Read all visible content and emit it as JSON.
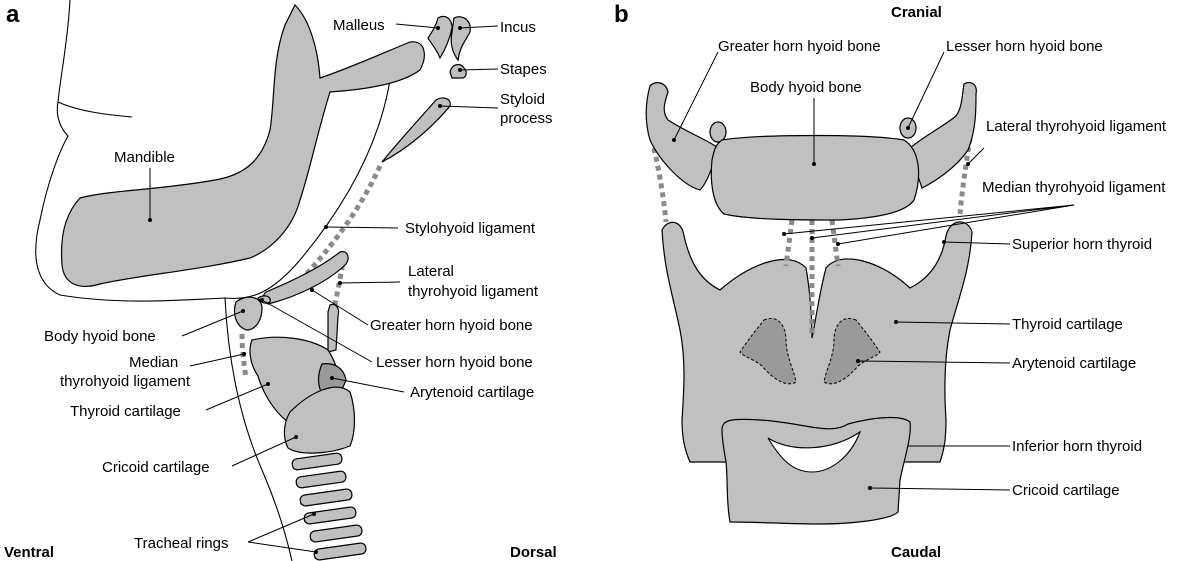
{
  "panels": {
    "a": "a",
    "b": "b"
  },
  "orientation": {
    "ventral": "Ventral",
    "dorsal": "Dorsal",
    "cranial": "Cranial",
    "caudal": "Caudal"
  },
  "panel_a": {
    "malleus": "Malleus",
    "incus": "Incus",
    "stapes": "Stapes",
    "styloid_1": "Styloid",
    "styloid_2": "process",
    "mandible": "Mandible",
    "stylohyoid": "Stylohyoid ligament",
    "lateral_thyrohyoid_1": "Lateral",
    "lateral_thyrohyoid_2": "thyrohyoid ligament",
    "greater_horn": "Greater horn hyoid bone",
    "body_hyoid": "Body hyoid bone",
    "lesser_horn": "Lesser horn hyoid bone",
    "median_thyrohyoid_1": "Median",
    "median_thyrohyoid_2": "thyrohyoid ligament",
    "arytenoid": "Arytenoid cartilage",
    "thyroid": "Thyroid cartilage",
    "cricoid": "Cricoid cartilage",
    "tracheal_rings": "Tracheal rings"
  },
  "panel_b": {
    "greater_horn": "Greater horn hyoid bone",
    "lesser_horn": "Lesser horn hyoid bone",
    "body_hyoid": "Body hyoid bone",
    "lateral_thyrohyoid": "Lateral thyrohyoid ligament",
    "median_thyrohyoid": "Median thyrohyoid ligament",
    "superior_horn": "Superior horn thyroid",
    "thyroid": "Thyroid cartilage",
    "arytenoid": "Arytenoid cartilage",
    "inferior_horn": "Inferior horn thyroid",
    "cricoid": "Cricoid cartilage"
  }
}
